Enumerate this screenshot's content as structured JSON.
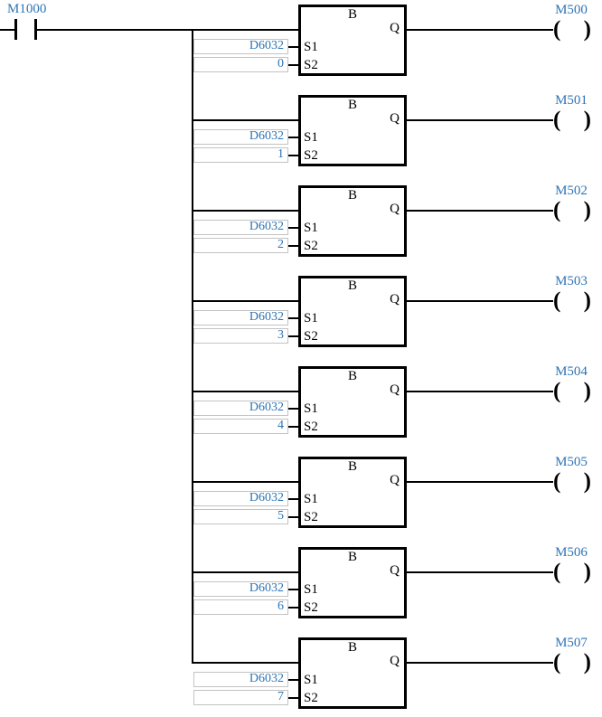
{
  "diagram": {
    "type": "plc-ladder",
    "block_title": "B",
    "pin_labels": {
      "s1": "S1",
      "s2": "S2",
      "q": "Q"
    },
    "contact": {
      "label": "M1000"
    },
    "coil_symbol": {
      "left": "(",
      "right": ")"
    },
    "colors": {
      "device_text": "#2E74B5",
      "line": "#000000",
      "operand_box_border": "#C3C3C3",
      "background": "#FFFFFF"
    },
    "rungs": [
      {
        "s1": "D6032",
        "s2": "0",
        "coil": "M500"
      },
      {
        "s1": "D6032",
        "s2": "1",
        "coil": "M501"
      },
      {
        "s1": "D6032",
        "s2": "2",
        "coil": "M502"
      },
      {
        "s1": "D6032",
        "s2": "3",
        "coil": "M503"
      },
      {
        "s1": "D6032",
        "s2": "4",
        "coil": "M504"
      },
      {
        "s1": "D6032",
        "s2": "5",
        "coil": "M505"
      },
      {
        "s1": "D6032",
        "s2": "6",
        "coil": "M506"
      },
      {
        "s1": "D6032",
        "s2": "7",
        "coil": "M507"
      }
    ]
  }
}
